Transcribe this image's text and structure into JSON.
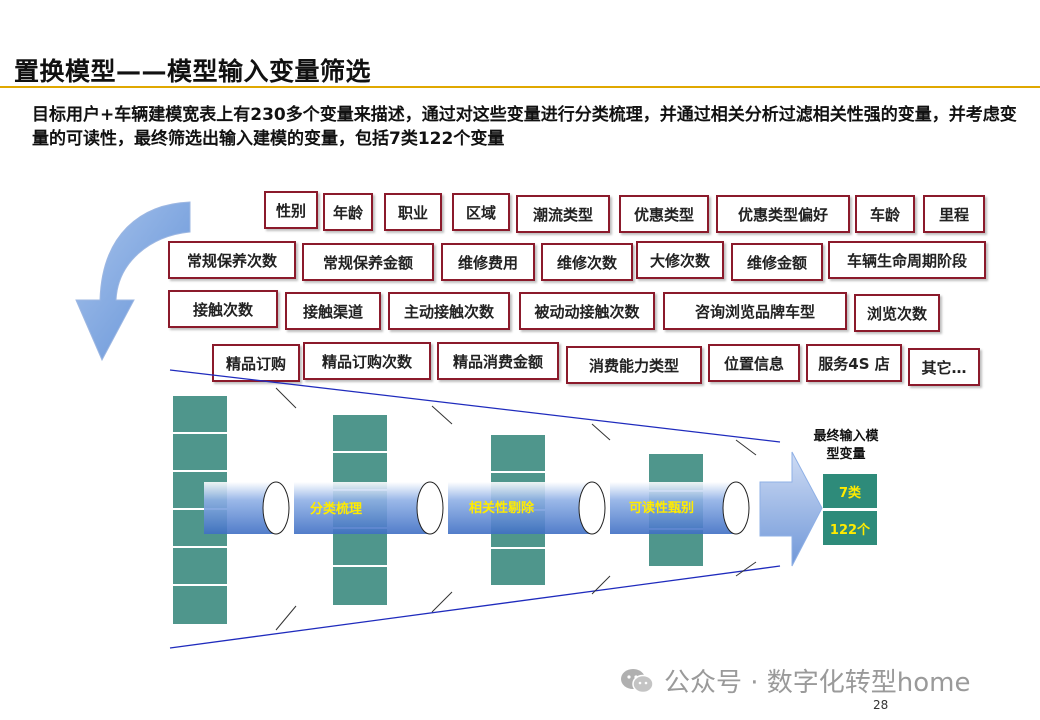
{
  "title": "置换模型——模型输入变量筛选",
  "description": "目标用户+车辆建模宽表上有230多个变量来描述，通过对这些变量进行分类梳理，并通过相关分析过滤相关性强的变量，并考虑变量的可读性，最终筛选出输入建模的变量，包括7类122个变量",
  "variables": [
    "性别",
    "年龄",
    "职业",
    "区域",
    "潮流类型",
    "优惠类型",
    "优惠类型偏好",
    "车龄",
    "里程",
    "常规保养次数",
    "常规保养金额",
    "维修费用",
    "维修次数",
    "大修次数",
    "维修金额",
    "车辆生命周期阶段",
    "接触次数",
    "接触渠道",
    "主动接触次数",
    "被动动接触次数",
    "咨询浏览品牌车型",
    "浏览次数",
    "精品订购",
    "精品订购次数",
    "精品消费金额",
    "消费能力类型",
    "位置信息",
    "服务4S 店",
    "其它…"
  ],
  "stages": {
    "classify": "分类梳理",
    "correlation": "相关性剔除",
    "readability": "可读性甄别"
  },
  "final": {
    "label": "最终输入模型变量",
    "categories": "7类",
    "count": "122个"
  },
  "watermark": "公众号 · 数字化转型home",
  "page_number": "28",
  "colors": {
    "tag_border": "#8b1a2b",
    "teal": "#4f968c",
    "accent_rule": "#e0a800",
    "stage_text": "#ffeb00",
    "arrow_blue": "#7fa6dc"
  }
}
